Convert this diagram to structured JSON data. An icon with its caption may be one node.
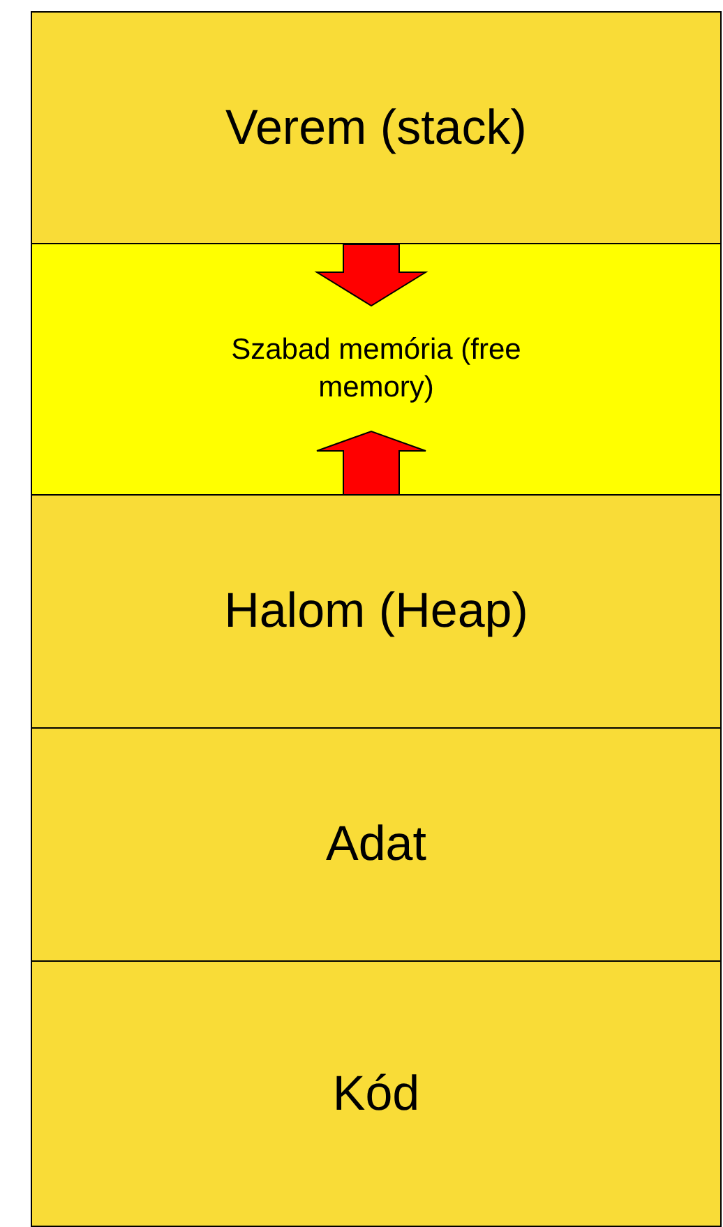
{
  "diagram": {
    "nodes": [
      {
        "text": [
          "Verem (stack)"
        ]
      },
      {
        "text": [
          "Szabad memória (free memory)"
        ]
      },
      {
        "text": [
          "Halom (Heap)"
        ]
      },
      {
        "text": [
          "Adat"
        ]
      },
      {
        "text": [
          "Kód"
        ]
      }
    ]
  }
}
